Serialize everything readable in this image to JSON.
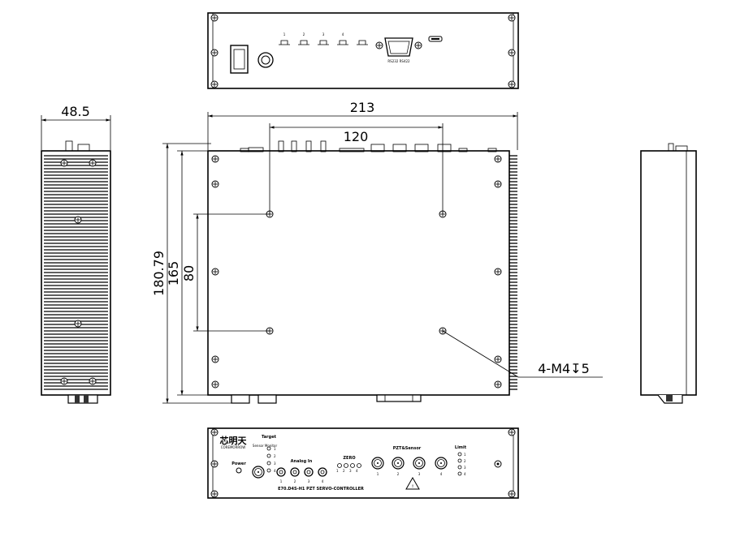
{
  "dimensions": {
    "side_width": "48.5",
    "overall_width": "213",
    "hole_spacing_x": "120",
    "overall_depth": "180.79",
    "depth": "165",
    "hole_spacing_y": "80",
    "mount_holes": "4-M4↧5"
  },
  "back_panel": {
    "port_labels": [
      "1",
      "2",
      "3",
      "4"
    ],
    "connector_label": "RS232 RS422"
  },
  "front_panel": {
    "logo": "芯明天",
    "logo_sub": "COREMORROW",
    "power_label": "Power",
    "target_label": "Target",
    "target_numbers": [
      "1",
      "2",
      "3",
      "4"
    ],
    "sensor_monitor_label": "Sensor Monitor",
    "analog_in_label": "Analog In",
    "analog_numbers": [
      "1",
      "2",
      "3",
      "4"
    ],
    "zero_label": "ZERO",
    "zero_numbers": [
      "1",
      "2",
      "3",
      "4"
    ],
    "pzt_sensor_label": "PZT&Sensor",
    "pzt_numbers": [
      "1",
      "2",
      "3",
      "4"
    ],
    "limit_label": "Limit",
    "limit_numbers": [
      "1",
      "2",
      "3",
      "4"
    ],
    "model_text": "E70.D4S-H1 PZT SERVO-CONTROLLER",
    "warning_symbol": "!"
  }
}
